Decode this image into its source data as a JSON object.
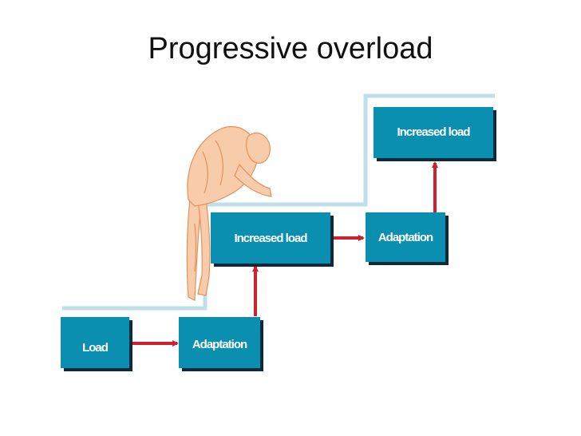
{
  "slide": {
    "title": "Progressive overload"
  },
  "diagram": {
    "boxes": {
      "load": "Load",
      "adaptation_1": "Adaptation",
      "increased_load_1": "Increased load",
      "adaptation_2": "Adaptation",
      "increased_load_2": "Increased load"
    }
  },
  "colors": {
    "box_fill": "#0a8fb0",
    "box_shadow": "#0d2a3a",
    "arrow": "#d0202e",
    "step_line": "#bfe0ea",
    "figure_fill": "#f8ccaa",
    "figure_stroke": "#e2915a"
  }
}
